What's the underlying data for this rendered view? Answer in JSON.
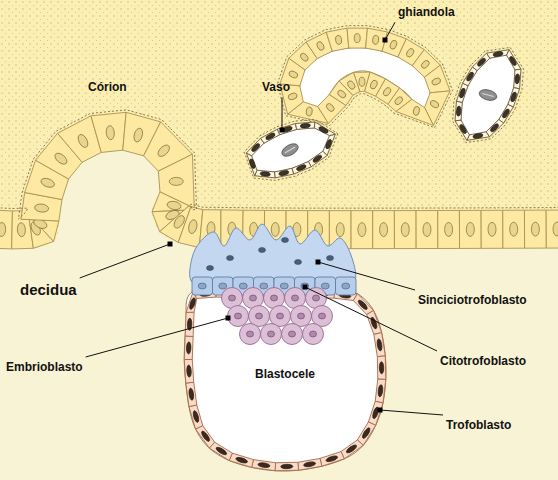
{
  "diagram": {
    "nodes": [
      {
        "text": [
          "Blastocele"
        ]
      }
    ],
    "labels": [
      "ghiandola",
      "Córion",
      "Vaso",
      "decidua",
      "Sinciciotrofoblasto",
      "Citotrofoblasto",
      "Embrioblasto",
      "Trofoblasto"
    ]
  }
}
